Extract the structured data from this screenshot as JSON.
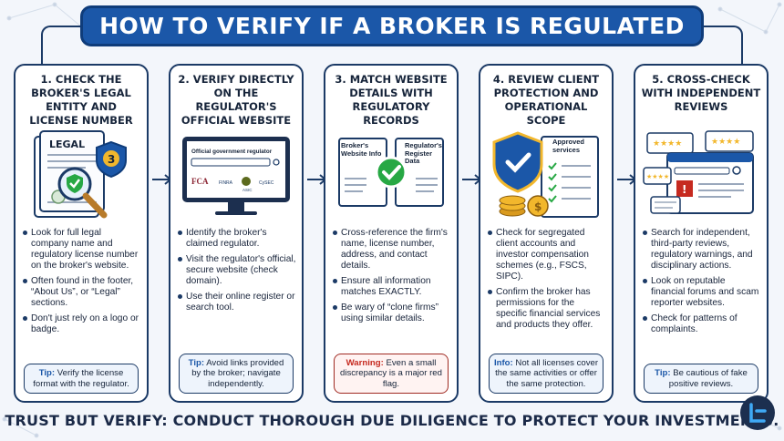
{
  "title": "HOW TO VERIFY IF A BROKER IS REGULATED",
  "footer": "TRUST BUT VERIFY: CONDUCT THOROUGH DUE DILIGENCE TO PROTECT YOUR INVESTMENTS.",
  "colors": {
    "navy": "#1b3a66",
    "title_blue": "#1b57a8",
    "accent_yellow": "#f2b72c",
    "check_green": "#27a844",
    "warning_red": "#c62a20"
  },
  "steps": [
    {
      "title": "1. CHECK THE BROKER'S LEGAL ENTITY AND LICENSE NUMBER",
      "illustration": {
        "icon": "legal-document-magnifier-icon",
        "doc_label": "LEGAL",
        "badge_number": "3"
      },
      "bullets": [
        "Look for full legal company name and regulatory license number on the broker's website.",
        "Often found in the footer, “About Us”, or “Legal” sections.",
        "Don't just rely on a logo or badge."
      ],
      "note_label": "Tip:",
      "note_text": "Verify the license format with the regulator."
    },
    {
      "title": "2. VERIFY DIRECTLY ON THE REGULATOR'S OFFICIAL WEBSITE",
      "illustration": {
        "icon": "monitor-website-icon",
        "screen_heading": "Official government regulator",
        "logos": [
          "FCA",
          "FINRA",
          "ASIC",
          "CySEC"
        ]
      },
      "bullets": [
        "Identify the broker's claimed regulator.",
        "Visit the regulator's official, secure website (check domain).",
        "Use their online register or search tool."
      ],
      "note_label": "Tip:",
      "note_text": "Avoid links provided by the broker; navigate independently."
    },
    {
      "title": "3. MATCH WEBSITE DETAILS WITH REGULATORY RECORDS",
      "illustration": {
        "icon": "compare-documents-icon",
        "left_doc": "Broker's Website Info",
        "right_doc": "Regulator's Register Data"
      },
      "bullets": [
        "Cross-reference the firm's name, license number, address, and contact details.",
        "Ensure all information matches EXACTLY.",
        "Be wary of “clone firms” using similar details."
      ],
      "note_label": "Warning:",
      "note_text": "Even a small discrepancy is a major red flag."
    },
    {
      "title": "4. REVIEW CLIENT PROTECTION AND OPERATIONAL SCOPE",
      "illustration": {
        "icon": "shield-coins-checklist-icon",
        "checklist_title": "Approved services"
      },
      "bullets": [
        "Check for segregated client accounts and investor compensation schemes (e.g., FSCS, SIPC).",
        "Confirm the broker has permissions for the specific financial services and products they offer."
      ],
      "note_label": "Info:",
      "note_text": "Not all licenses cover the same activities or offer the same protection."
    },
    {
      "title": "5. CROSS-CHECK WITH INDEPENDENT REVIEWS",
      "illustration": {
        "icon": "reviews-browser-icon"
      },
      "bullets": [
        "Search for independent, third-party reviews, regulatory warnings, and disciplinary actions.",
        "Look on reputable financial forums and scam reporter websites.",
        "Check for patterns of complaints."
      ],
      "note_label": "Tip:",
      "note_text": "Be cautious of fake positive reviews."
    }
  ]
}
